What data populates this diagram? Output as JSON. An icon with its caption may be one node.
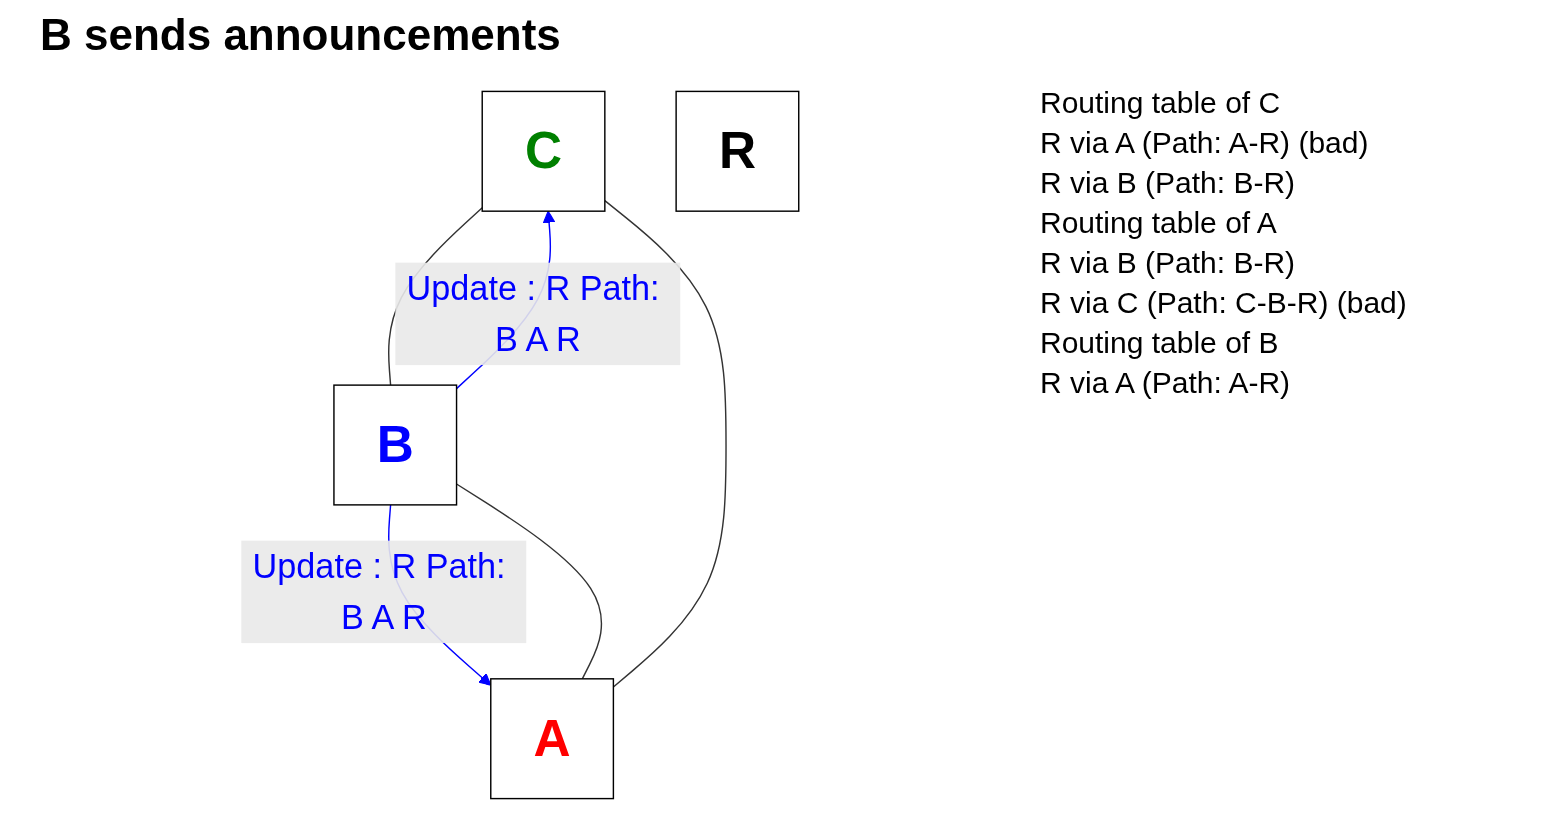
{
  "diagram": {
    "title": "B sends announcements",
    "nodes": [
      {
        "text": [
          "C"
        ]
      },
      {
        "text": [
          "R"
        ]
      },
      {
        "text": [
          "A"
        ]
      },
      {
        "text": [
          "B"
        ]
      }
    ],
    "edges": [
      {
        "from": 2,
        "to": 0,
        "arrow": "none"
      },
      {
        "from": 0,
        "to": 3,
        "arrow": "none"
      },
      {
        "from": 2,
        "to": 3,
        "arrow": "none"
      },
      {
        "from": 3,
        "to": 0,
        "arrow": "to",
        "label": "Update : R Path: B A R",
        "color": "#0000ff"
      },
      {
        "from": 3,
        "to": 2,
        "arrow": "to",
        "label": "Update : R Path: B A R",
        "color": "#0000ff"
      }
    ],
    "labels": [
      "Routing table of C",
      "R via A (Path: A-R) (bad)",
      "R via B (Path: B-R)",
      "Routing table of A",
      "R via B (Path: B-R)",
      "R via C (Path: C-B-R) (bad)",
      "Routing table of B",
      "R via A (Path: A-R)"
    ]
  }
}
